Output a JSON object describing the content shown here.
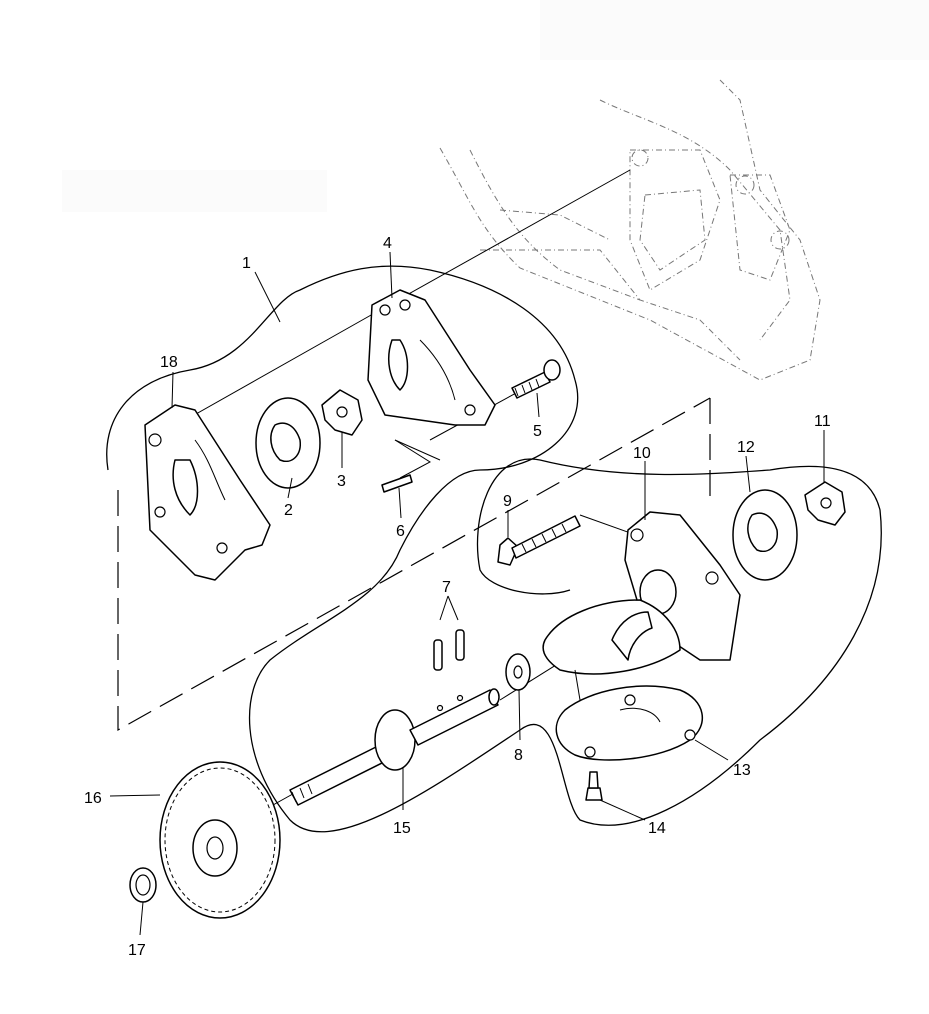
{
  "callouts": [
    {
      "id": "1",
      "label": "1"
    },
    {
      "id": "2",
      "label": "2"
    },
    {
      "id": "3",
      "label": "3"
    },
    {
      "id": "4",
      "label": "4"
    },
    {
      "id": "5",
      "label": "5"
    },
    {
      "id": "6",
      "label": "6"
    },
    {
      "id": "7",
      "label": "7"
    },
    {
      "id": "8",
      "label": "8"
    },
    {
      "id": "9",
      "label": "9"
    },
    {
      "id": "10",
      "label": "10"
    },
    {
      "id": "11",
      "label": "11"
    },
    {
      "id": "12",
      "label": "12"
    },
    {
      "id": "13",
      "label": "13"
    },
    {
      "id": "14",
      "label": "14"
    },
    {
      "id": "15",
      "label": "15"
    },
    {
      "id": "16",
      "label": "16"
    },
    {
      "id": "17",
      "label": "17"
    },
    {
      "id": "18",
      "label": "18"
    }
  ],
  "colors": {
    "line": "#000000",
    "background": "#ffffff",
    "engine_outline": "#777777"
  }
}
